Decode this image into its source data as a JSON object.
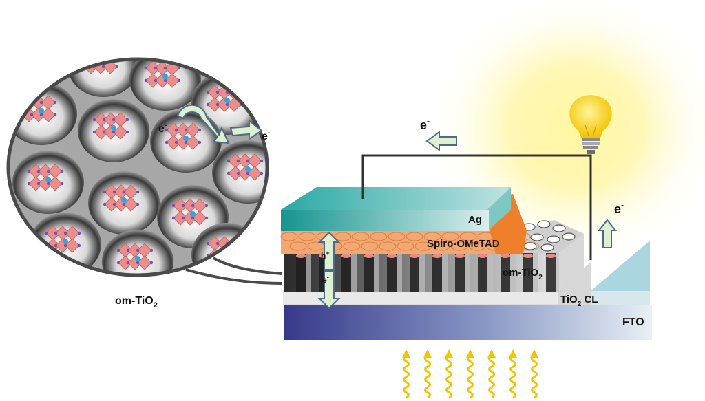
{
  "labels": {
    "zoom_material": "om-TiO",
    "zoom_material_sub": "2",
    "electron_zoom_left": "e",
    "electron_zoom_right": "e",
    "electron_minus": "-",
    "electron_circuit_top": "e",
    "electron_circuit_right": "e",
    "hole": "h",
    "hole_plus": "+",
    "electron_transport": "e",
    "layer_ag": "Ag",
    "layer_spiro": "Spiro-OMeTAD",
    "layer_om_tio2": "om-TiO",
    "layer_om_tio2_sub": "2",
    "layer_tio2_cl_a": "TiO",
    "layer_tio2_cl_sub": "2",
    "layer_tio2_cl_b": " CL",
    "layer_fto": "FTO"
  },
  "colors": {
    "fto_dark": "#3a3d8e",
    "fto_light": "#c9dce8",
    "ag_dark": "#1b9a94",
    "ag_light": "#cfe9e8",
    "spiro": "#f08a3c",
    "om_tio2_dark": "#2b2b2b",
    "tio2_cl": "#e6e6e6",
    "arrow_fill": "#dff0d2",
    "arrow_stroke": "#4c6b86",
    "light_glow": "#fff28a",
    "sun_rays": "#f5c400",
    "perovskite": "#e98b8b"
  },
  "icons": [
    "lightbulb-icon",
    "sunlight-rays-icon",
    "electron-arrow-icon",
    "hole-arrow-icon"
  ]
}
